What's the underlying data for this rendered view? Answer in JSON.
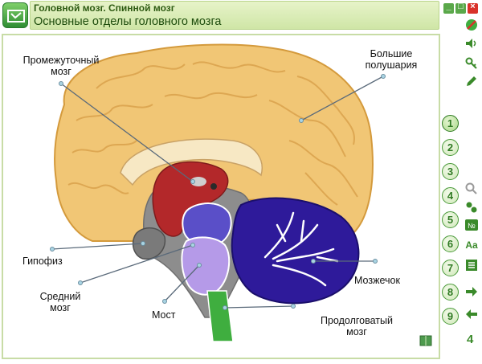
{
  "window": {
    "title_small": "Головной мозг. Спинной мозг",
    "title_main": "Основные отделы головного мозга",
    "controls": [
      "_",
      "□",
      "×"
    ]
  },
  "labels": {
    "diencephalon_line1": "Промежуточный",
    "diencephalon_line2": "мозг",
    "hemispheres_line1": "Большие",
    "hemispheres_line2": "полушария",
    "pituitary": "Гипофиз",
    "midbrain_line1": "Средний",
    "midbrain_line2": "мозг",
    "pons": "Мост",
    "cerebellum": "Мозжечок",
    "medulla_line1": "Продолговатый",
    "medulla_line2": "мозг"
  },
  "navigation": {
    "buttons": [
      "1",
      "2",
      "3",
      "4",
      "5",
      "6",
      "7",
      "8",
      "9"
    ],
    "active": "1",
    "page_number": "4"
  },
  "sidebar_tools": {
    "top": [
      "exit-icon",
      "sound-icon",
      "key-icon",
      "pencil-icon"
    ],
    "side": [
      "zoom-icon",
      "settings-icon",
      "number-icon",
      "font-icon",
      "list-icon",
      "forward-arrow-icon",
      "back-arrow-icon"
    ]
  },
  "colors": {
    "accent": "#3a8a2a",
    "title_bar": "#d9ecb8",
    "cortex": "#f1c675",
    "diencephalon": "#b3282a",
    "midbrain": "#5a4fc8",
    "cerebellum": "#2e1a9a",
    "medulla": "#3fae3f"
  }
}
